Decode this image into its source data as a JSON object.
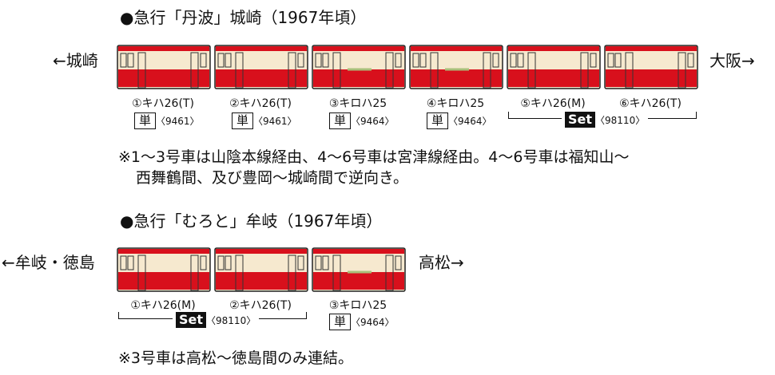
{
  "sections": [
    {
      "title": "●急行「丹波」城崎（1967年頃）",
      "left_dest": "←城崎",
      "right_dest": "大阪→",
      "cars": [
        {
          "label": "①キハ26(T)",
          "badge": "単",
          "code": "〈9461〉"
        },
        {
          "label": "②キハ26(T)",
          "badge": "単",
          "code": "〈9461〉"
        },
        {
          "label": "③キロハ25",
          "badge": "単",
          "code": "〈9464〉"
        },
        {
          "label": "④キロハ25",
          "badge": "単",
          "code": "〈9464〉"
        },
        {
          "label": "⑤キハ26(M)"
        },
        {
          "label": "⑥キハ26(T)"
        }
      ],
      "set": {
        "badge": "Set",
        "code": "〈98110〉"
      },
      "notes": [
        "※1〜3号車は山陰本線経由、4〜6号車は宮津線経由。4〜6号車は福知山〜",
        "西舞鶴間、及び豊岡〜城崎間で逆向き。"
      ]
    },
    {
      "title": "●急行「むろと」牟岐（1967年頃）",
      "left_dest": "←牟岐・徳島",
      "right_dest": "高松→",
      "cars": [
        {
          "label": "①キハ26(M)"
        },
        {
          "label": "②キハ26(T)"
        },
        {
          "label": "③キロハ25",
          "badge": "単",
          "code": "〈9464〉"
        }
      ],
      "set": {
        "badge": "Set",
        "code": "〈98110〉"
      },
      "notes": [
        "※3号車は高松〜徳島間のみ連結。"
      ]
    }
  ]
}
